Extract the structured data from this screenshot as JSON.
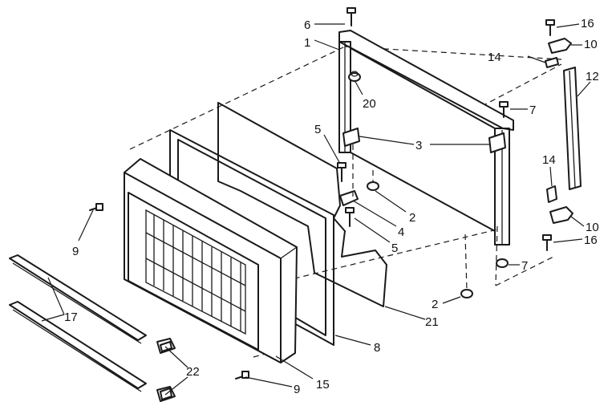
{
  "callouts": {
    "c1": "1",
    "c2a": "2",
    "c2b": "2",
    "c3": "3",
    "c4": "4",
    "c5a": "5",
    "c5b": "5",
    "c6": "6",
    "c7a": "7",
    "c7b": "7",
    "c8": "8",
    "c9a": "9",
    "c9b": "9",
    "c10a": "10",
    "c10b": "10",
    "c12": "12",
    "c14a": "14",
    "c14b": "14",
    "c15": "15",
    "c16a": "16",
    "c16b": "16",
    "c17": "17",
    "c20": "20",
    "c21": "21",
    "c22": "22"
  }
}
